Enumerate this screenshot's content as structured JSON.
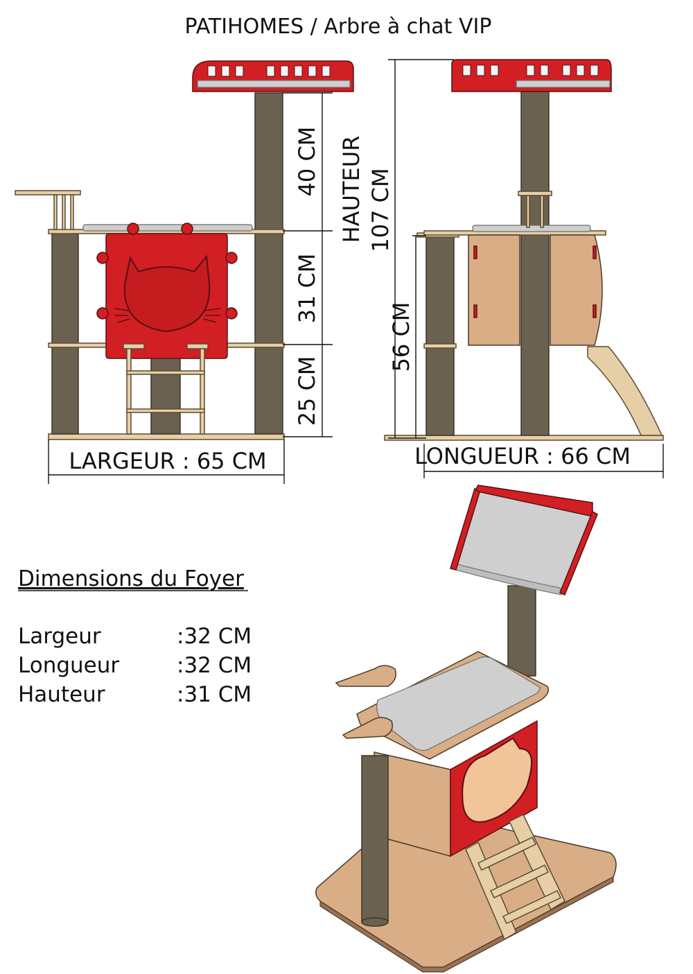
{
  "title": "PATIHOMES / Arbre à chat VIP",
  "front_view": {
    "height_segments": [
      "40 CM",
      "31 CM",
      "25 CM"
    ],
    "width_label": "LARGEUR : 65 CM"
  },
  "side_view": {
    "total_height_title": "HAUTEUR",
    "total_height_value": "107 CM",
    "platform_height": "56 CM",
    "length_label": "LONGUEUR : 66 CM"
  },
  "foyer": {
    "heading": "Dimensions du Foyer",
    "rows": [
      {
        "label": "Largeur",
        "value": ":32 CM"
      },
      {
        "label": "Longueur",
        "value": ":32 CM"
      },
      {
        "label": "Hauteur",
        "value": ":31 CM"
      }
    ]
  },
  "colors": {
    "post": "#6b6150",
    "wood": "#d9ad85",
    "red": "#d11f24",
    "cushion": "#cfcfcf"
  }
}
